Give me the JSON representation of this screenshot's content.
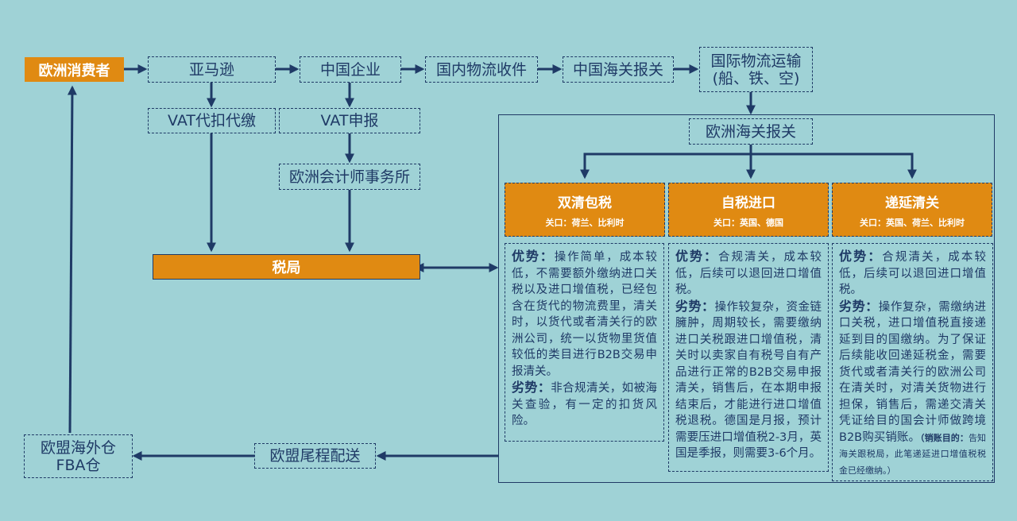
{
  "flow": {
    "eu_consumer": "欧洲消费者",
    "amazon": "亚马逊",
    "china_company": "中国企业",
    "domestic_logistics": "国内物流收件",
    "china_customs": "中国海关报关",
    "intl_logistics_line1": "国际物流运输",
    "intl_logistics_line2": "(船、铁、空)",
    "vat_withhold": "VAT代扣代缴",
    "vat_declare": "VAT申报",
    "eu_accounting": "欧洲会计师事务所",
    "tax_bureau": "税局",
    "eu_customs": "欧洲海关报关",
    "warehouse_line1": "欧盟海外仓",
    "warehouse_line2": "FBA仓",
    "last_mile": "欧盟尾程配送"
  },
  "options": [
    {
      "title": "双清包税",
      "ports": "关口：荷兰、比利时",
      "pros_label": "优势：",
      "pros": "操作简单，成本较低，不需要额外缴纳进口关税以及进口增值税，已经包含在货代的物流费里，清关时，以货代或者清关行的欧洲公司，统一以货物里货值较低的类目进行B2B交易申报清关。",
      "cons_label": "劣势：",
      "cons": "非合规清关，如被海关查验，有一定的扣货风险。"
    },
    {
      "title": "自税进口",
      "ports": "关口：英国、德国",
      "pros_label": "优势：",
      "pros": "合规清关，成本较低，后续可以退回进口增值税。",
      "cons_label": "劣势：",
      "cons": "操作较复杂，资金链臃肿，周期较长，需要缴纳进口关税跟进口增值税，清关时以卖家自有税号自有产品进行正常的B2B交易申报清关，销售后，在本期申报结束后，才能进行进口增值税退税。德国是月报，预计需要压进口增值税2-3月，英国是季报，则需要3-6个月。"
    },
    {
      "title": "递延清关",
      "ports": "关口：英国、荷兰、比利时",
      "pros_label": "优势：",
      "pros": "合规清关，成本较低，后续可以退回进口增值税。",
      "cons_label": "劣势：",
      "cons": "操作复杂，需缴纳进口关税，进口增值税直接递延到目的国缴纳。为了保证后续能收回递延税金，需要货代或者清关行的欧洲公司在清关时，对清关货物进行担保，销售后，需递交清关凭证给目的国会计师做跨境B2B购买销账。",
      "note_label": "（销账目的：",
      "note": "告知海关跟税局，此笔递延进口增值税税金已经缴纳。）"
    }
  ],
  "colors": {
    "background": "#9fd2d6",
    "accent": "#e08a12",
    "ink": "#1f3a66"
  }
}
